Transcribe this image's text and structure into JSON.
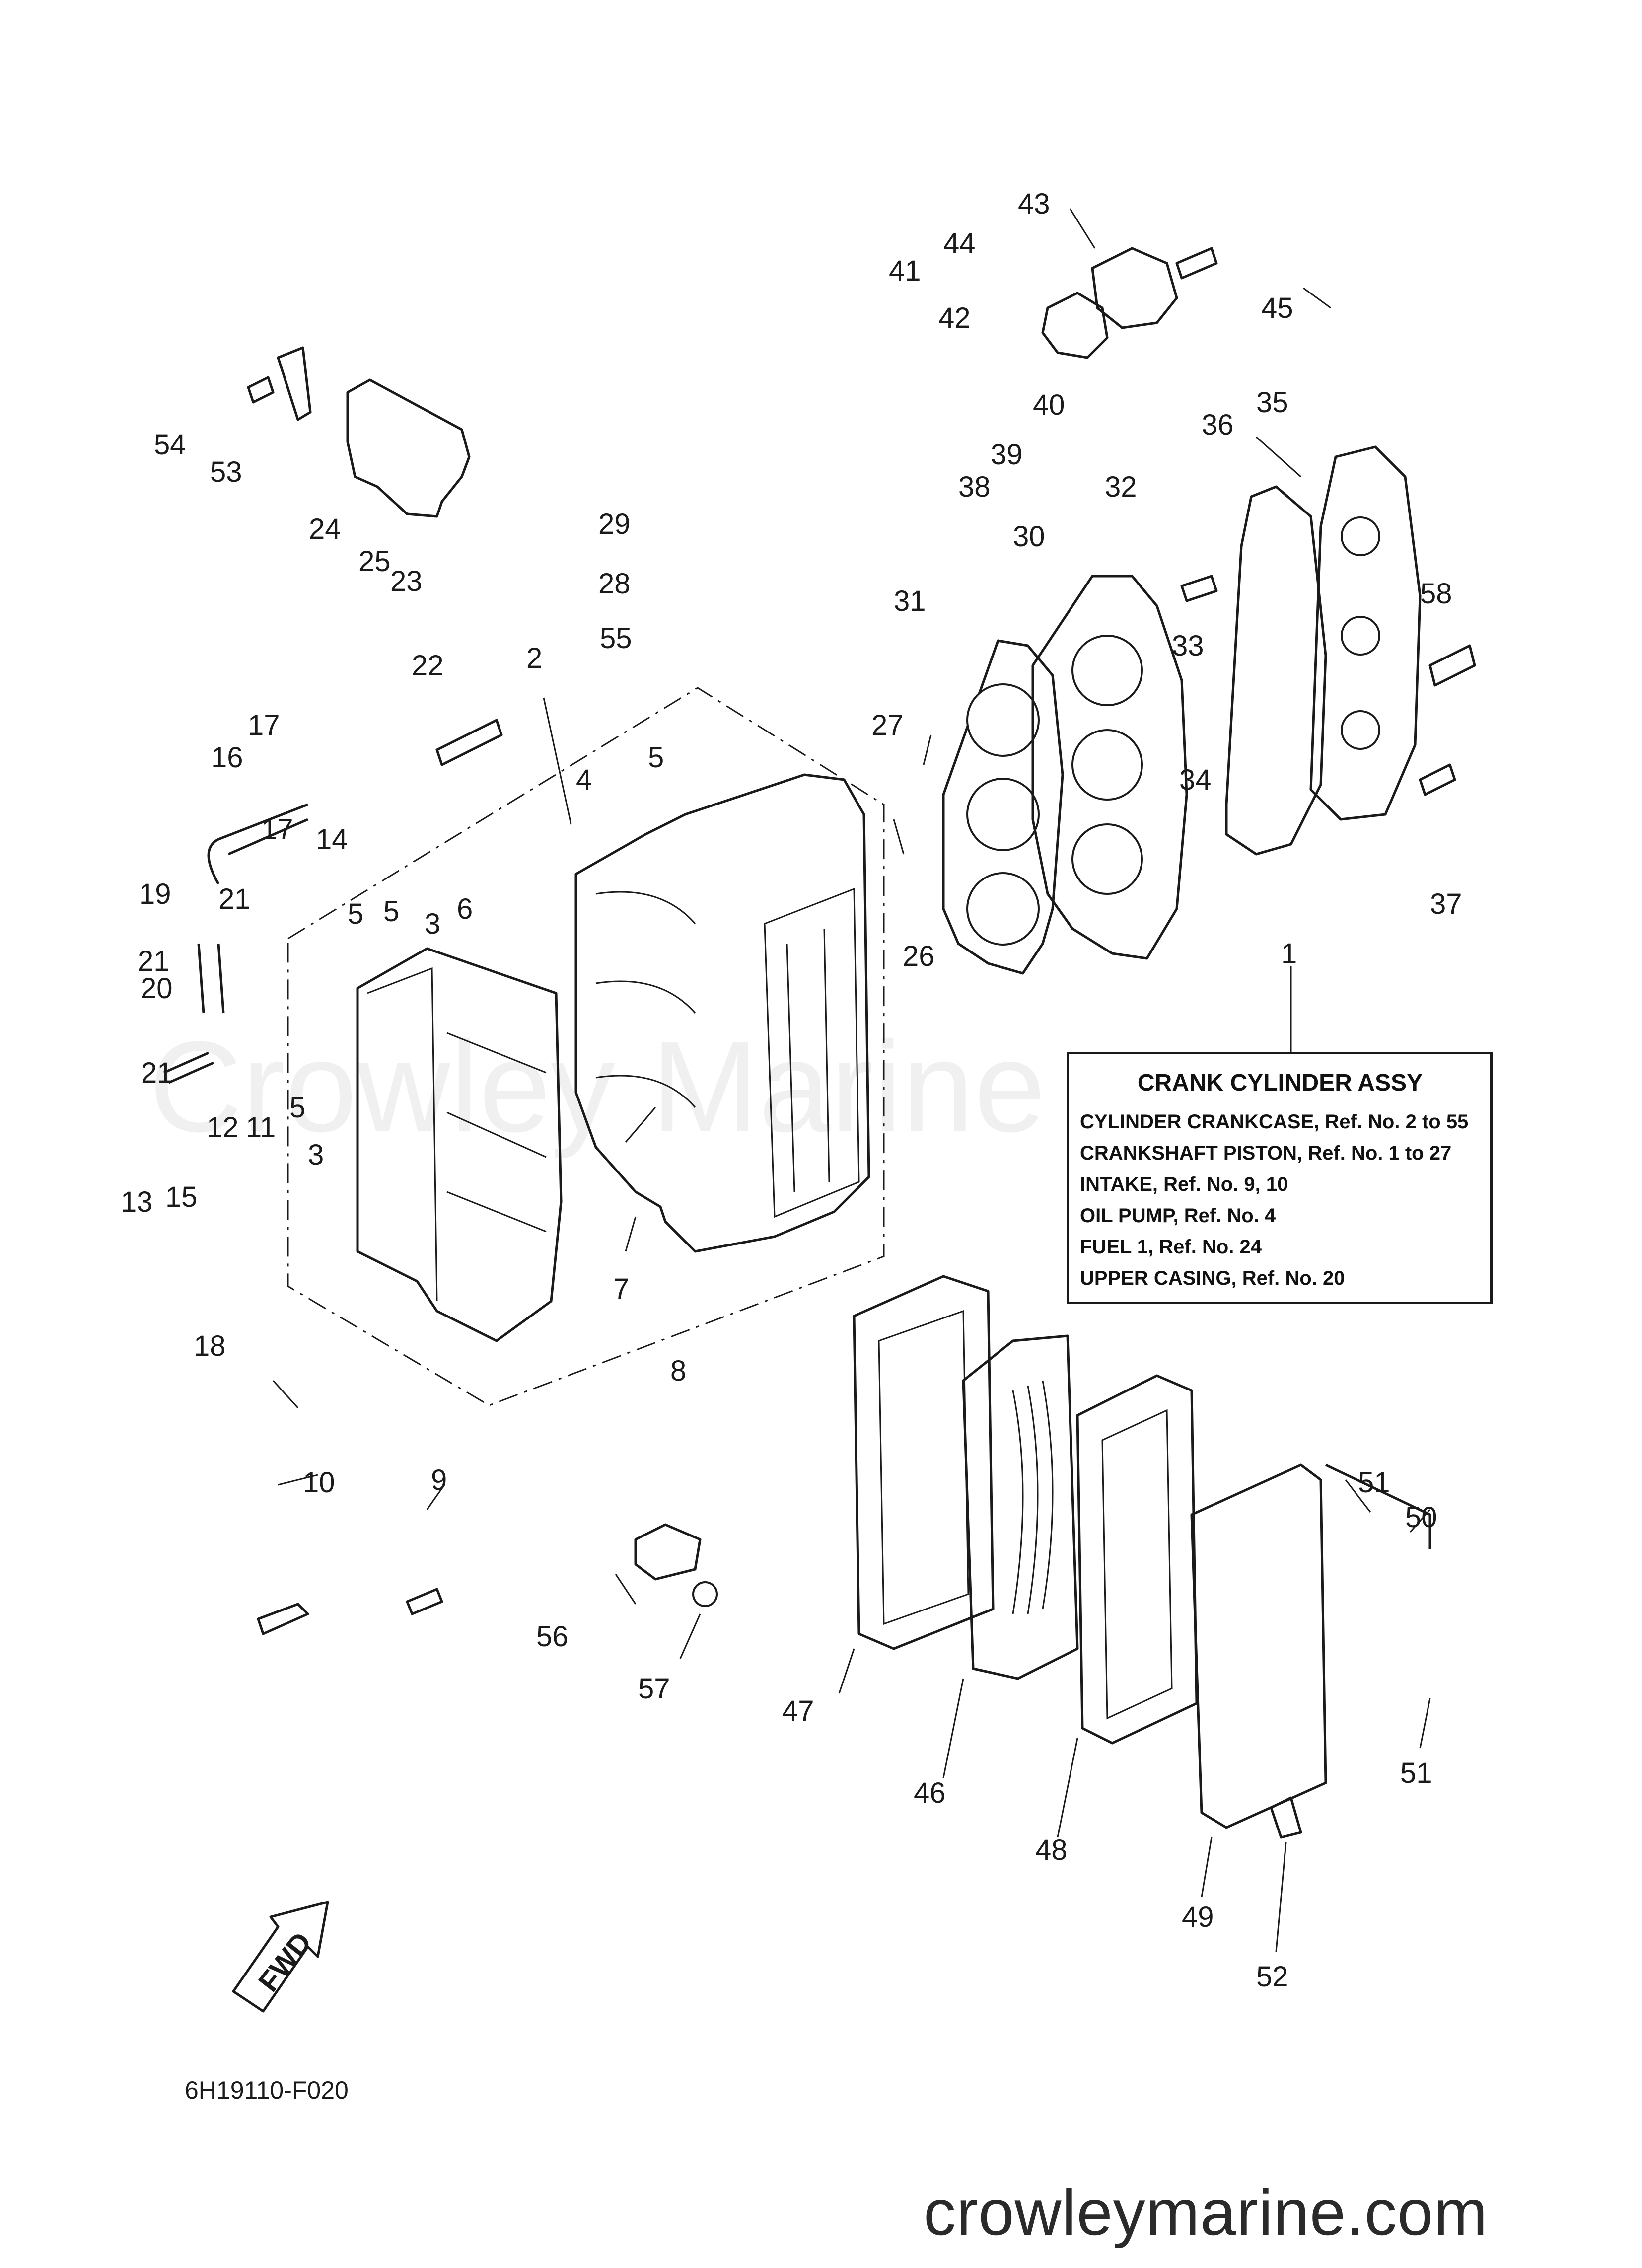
{
  "callouts": [
    "1",
    "2",
    "3",
    "3",
    "4",
    "5",
    "5",
    "5",
    "5",
    "6",
    "7",
    "8",
    "9",
    "10",
    "11",
    "12",
    "13",
    "14",
    "15",
    "16",
    "17",
    "17",
    "18",
    "19",
    "20",
    "21",
    "21",
    "21",
    "22",
    "23",
    "24",
    "25",
    "26",
    "27",
    "28",
    "29",
    "30",
    "31",
    "32",
    "33",
    "34",
    "35",
    "36",
    "37",
    "38",
    "39",
    "40",
    "41",
    "42",
    "43",
    "44",
    "45",
    "46",
    "47",
    "48",
    "49",
    "50",
    "51",
    "51",
    "52",
    "53",
    "54",
    "55",
    "56",
    "57",
    "58"
  ],
  "assembly_box": {
    "title": "CRANK CYLINDER ASSY",
    "lines": [
      "CYLINDER CRANKCASE,  Ref. No. 2 to 55",
      "CRANKSHAFT PISTON,  Ref. No. 1 to 27",
      "INTAKE,  Ref. No. 9, 10",
      "OIL PUMP,  Ref. No. 4",
      "FUEL 1,  Ref. No. 24",
      "UPPER CASING,  Ref. No. 20"
    ]
  },
  "fwd_label": "FWD",
  "diagram_code": "6H19110-F020",
  "watermark": "crowleymarine.com",
  "watermark_faint": "Crowley Marine"
}
